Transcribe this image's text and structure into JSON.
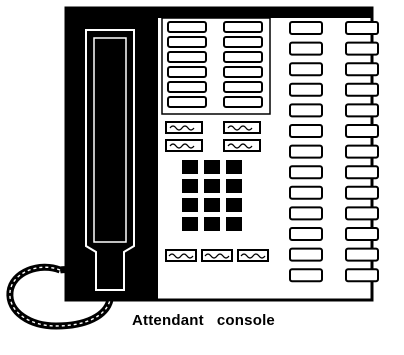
{
  "figure": {
    "caption": "Attendant   console"
  },
  "console": {
    "feature_buttons_grid": {
      "rows": 6,
      "cols": 2
    },
    "call_buttons": {
      "rows": 13,
      "cols": 2
    },
    "label_pads": {
      "middle_rows": 2,
      "middle_cols": 2,
      "bottom_count": 3
    },
    "dial_pad": {
      "rows": 4,
      "cols": 3
    },
    "colors": {
      "ink": "#000000",
      "paper": "#ffffff"
    }
  }
}
